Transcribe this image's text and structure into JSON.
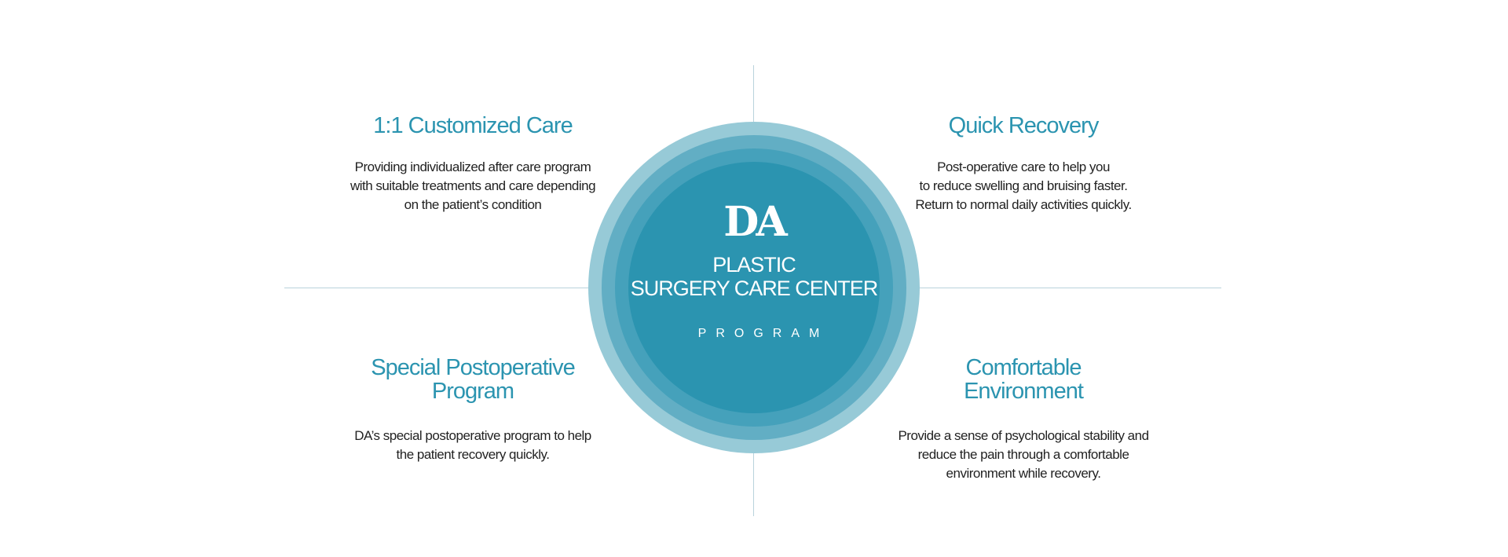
{
  "center": {
    "logo": "DA",
    "line1": "PLASTIC",
    "line2": "SURGERY CARE CENTER",
    "sub": "PROGRAM"
  },
  "features": [
    {
      "title": [
        "1:1 Customized Care"
      ],
      "body": [
        "Providing individualized after care program",
        "with suitable treatments and care depending",
        "on the patient’s condition"
      ]
    },
    {
      "title": [
        "Quick Recovery"
      ],
      "body": [
        "Post-operative care to help you",
        "to reduce swelling and bruising faster.",
        "Return to normal daily activities quickly."
      ]
    },
    {
      "title": [
        "Special Postoperative",
        "Program"
      ],
      "body": [
        "DA’s special postoperative program to help",
        "the patient recovery quickly."
      ]
    },
    {
      "title": [
        "Comfortable",
        "Environment"
      ],
      "body": [
        "Provide a sense of psychological stability and",
        "reduce the pain through a comfortable",
        "environment while recovery."
      ]
    }
  ],
  "colors": {
    "accent": "#2b94b0",
    "text": "#222222"
  }
}
